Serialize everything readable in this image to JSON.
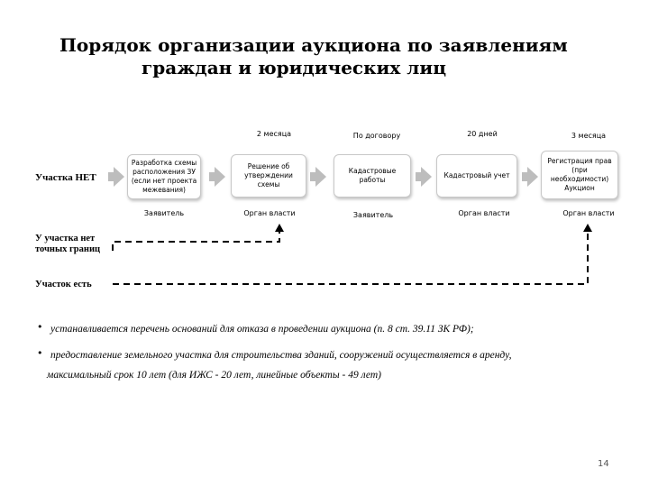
{
  "title": {
    "line1": "Порядок организации аукциона по заявлениям",
    "line2": "граждан и юридических лиц"
  },
  "durations": [
    "2 месяца",
    "По договору",
    "20 дней",
    "3 месяца"
  ],
  "row_label_no_plot": "Участка НЕТ",
  "steps": [
    {
      "lines": [
        "Разработка схемы",
        "расположения ЗУ",
        "(если нет проекта",
        "межевания)"
      ],
      "actor": "Заявитель"
    },
    {
      "lines": [
        "Решение об",
        "утверждении",
        "схемы"
      ],
      "actor": "Орган власти"
    },
    {
      "lines": [
        "Кадастровые",
        "работы"
      ],
      "actor": "Заявитель"
    },
    {
      "lines": [
        "Кадастровый учет"
      ],
      "actor": "Орган власти"
    },
    {
      "lines": [
        "Регистрация прав",
        "(при",
        "необходимости)",
        "Аукцион"
      ],
      "actor": "Орган власти"
    }
  ],
  "path_no_bounds": {
    "line1": "У участка нет",
    "line2": "точных границ"
  },
  "path_exists": "Участок есть",
  "bullets": [
    "устанавливается  перечень оснований для отказа  в проведении аукциона (п. 8 ст. 39.11 ЗК РФ);",
    "предоставление земельного участка для строительства зданий, сооружений осуществляется в аренду,",
    "максимальный срок 10 лет (для ИЖС - 20 лет, линейные объекты - 49 лет)"
  ],
  "page_number": "14",
  "colors": {
    "arrow": "#bdbdbd",
    "box_border": "#c8c8c8"
  }
}
